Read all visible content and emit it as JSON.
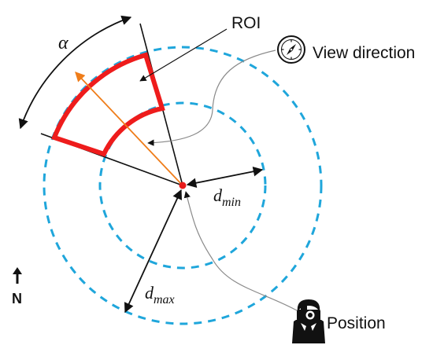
{
  "labels": {
    "alpha": "α",
    "roi": "ROI",
    "view_direction": "View direction",
    "d_min_base": "d",
    "d_min_sub": "min",
    "d_max_base": "d",
    "d_max_sub": "max",
    "north": "N",
    "position": "Position"
  },
  "colors": {
    "roi_outline": "#ee1c1c",
    "distance_circles": "#1fa6db",
    "view_direction_ray": "#ef7d1a",
    "position_dot": "#e81b1b",
    "lines": "#111111",
    "connector": "#8a8a8a"
  },
  "icons": {
    "view_direction": "compass-icon",
    "position": "photographer-icon",
    "north": "north-arrow-icon"
  }
}
